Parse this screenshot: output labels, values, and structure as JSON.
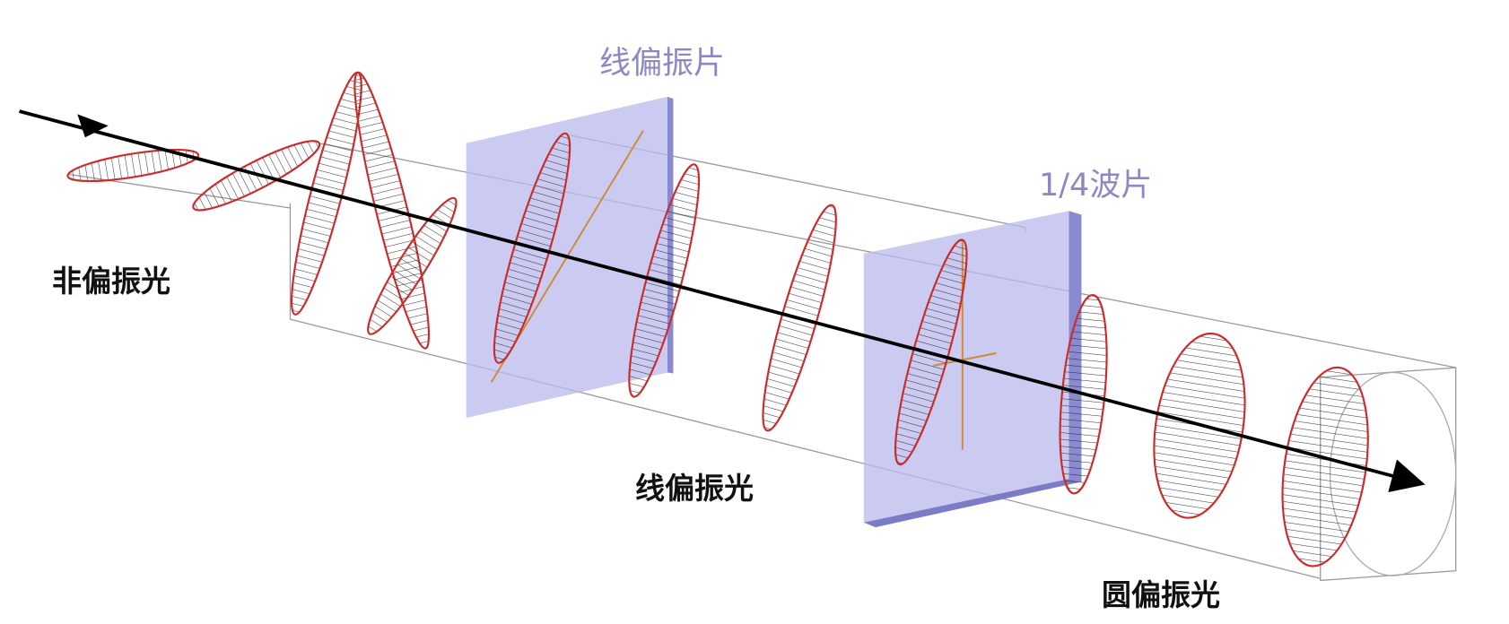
{
  "labels": {
    "polarizer": "线偏振片",
    "quarter_wave_plate": "1/4波片",
    "unpolarized_light": "非偏振光",
    "linear_polarized_light": "线偏振光",
    "circular_polarized_light": "圆偏振光"
  },
  "colors": {
    "plate_fill": "#b9b9ec",
    "plate_edge": "#8a8ad0",
    "wave_outline": "#cc2b2b",
    "axis_line": "#cc8a3a",
    "label_plate": "#8c88c4",
    "beam_arrow": "#000000",
    "tube_outline": "#9a9a9a"
  }
}
